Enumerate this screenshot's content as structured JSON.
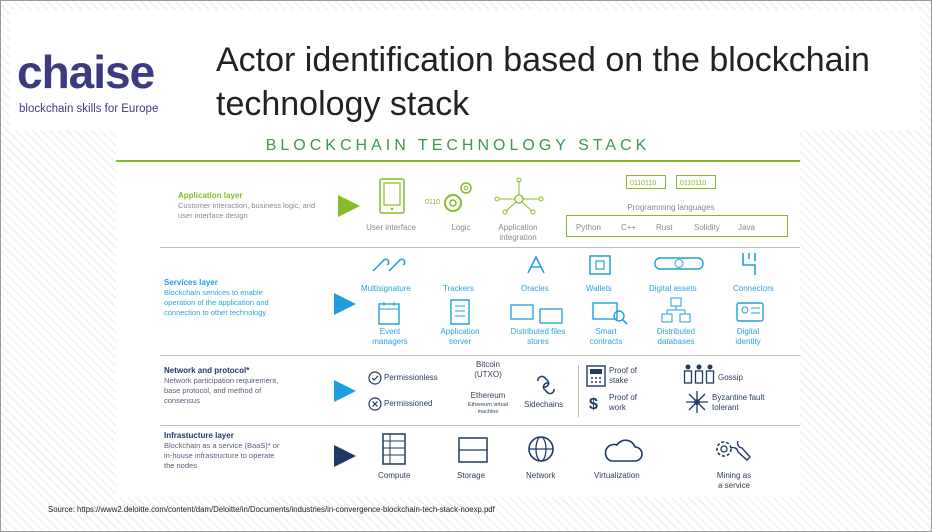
{
  "slide": {
    "title": "Actor identification  based on the blockchain technology stack",
    "logo": {
      "word": "chaise",
      "tagline": "blockchain skills for Europe"
    },
    "source": "Source: https://www2.deloitte.com/content/dam/Deloitte/in/Documents/industries/in-convergence-blockchain-tech-stack-noexp.pdf"
  },
  "stack": {
    "title": "BLOCKCHAIN TECHNOLOGY STACK",
    "layers": {
      "application": {
        "name": "Application layer",
        "desc": "Customer interaction, business logic, and user interface design",
        "items": [
          "User interface",
          "Logic",
          "Application integration"
        ],
        "binary": [
          "0110110",
          "0110110"
        ],
        "prog_title": "Programming languages",
        "languages": [
          "Python",
          "C++",
          "Rust",
          "Solidity",
          "Java"
        ]
      },
      "services": {
        "name": "Services layer",
        "desc": "Blockchain services to enable operation of the application and connection to other technology",
        "row1": [
          "Multisignature",
          "Trackers",
          "Oracles",
          "Wallets",
          "Digital assets",
          "Connectors"
        ],
        "row2": [
          "Event managers",
          "Application server",
          "Distributed files stores",
          "Smart contracts",
          "Distributed databases",
          "Digital identity"
        ]
      },
      "network": {
        "name": "Network and protocol*",
        "desc": "Network participation requirement, base protocol, and method of consensus",
        "permissionless": "Permissionless",
        "permissioned": "Permissioned",
        "bitcoin": "Bitcoin (UTXO)",
        "ethereum": "Ethereum",
        "ethereum_sub": "Ethereum virtual machine",
        "sidechains": "Sidechains",
        "pos": "Proof of stake",
        "pow": "Proof of work",
        "gossip": "Gossip",
        "bft": "Byzantine fault tolerant"
      },
      "infrastructure": {
        "name": "Infrastucture layer",
        "desc": "Blockchain as a service (BaaS)* or in-house infrastructure to operate the nodes",
        "items": [
          "Compute",
          "Storage",
          "Network",
          "Virtualization",
          "Mining as a service"
        ]
      }
    },
    "colors": {
      "green": "#86bc25",
      "blue": "#1e9fdc",
      "navy": "#1f3a63"
    }
  }
}
